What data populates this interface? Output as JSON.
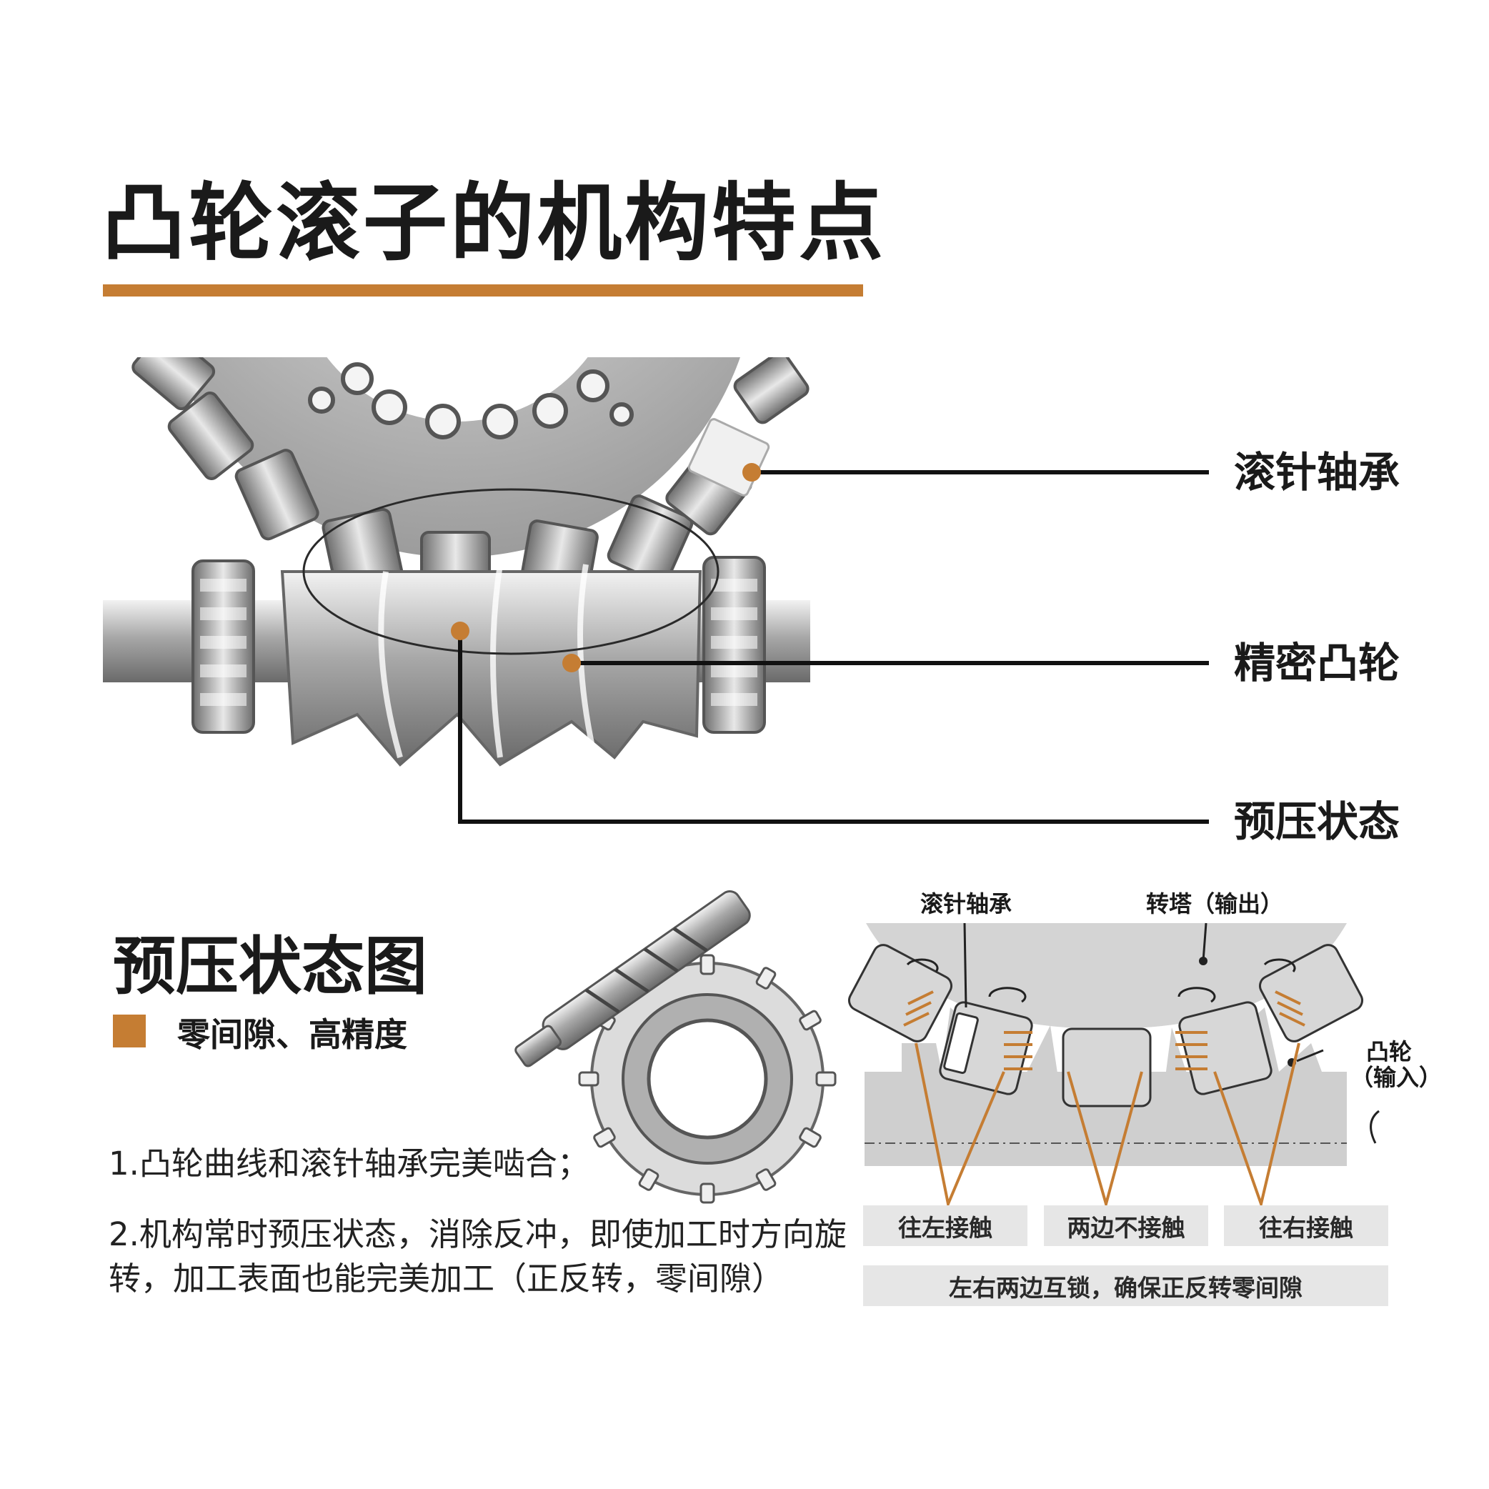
{
  "title": "凸轮滚子的机构特点",
  "callouts": {
    "needle_bearing": "滚针轴承",
    "precision_cam": "精密凸轮",
    "preload_state": "预压状态"
  },
  "section": {
    "title": "预压状态图",
    "legend_label": "零间隙、高精度",
    "point1": "1.凸轮曲线和滚针轴承完美啮合；",
    "point2_line1": "2.机构常时预压状态，消除反冲，即使加工时方向旋",
    "point2_line2": "转，加工表面也能完美加工（正反转，零间隙）"
  },
  "diagram": {
    "label_needle_bearing": "滚针轴承",
    "label_turret": "转塔（输出）",
    "label_cam_line1": "凸轮",
    "label_cam_line2": "（输入）",
    "box_left": "往左接触",
    "box_middle": "两边不接触",
    "box_right": "往右接触",
    "box_bottom": "左右两边互锁，确保正反转零间隙"
  },
  "colors": {
    "accent": "#c57d33",
    "gray_light": "#e6e6e6",
    "gray_mid": "#d4d4d4",
    "gray_dark": "#bdbdbd"
  }
}
